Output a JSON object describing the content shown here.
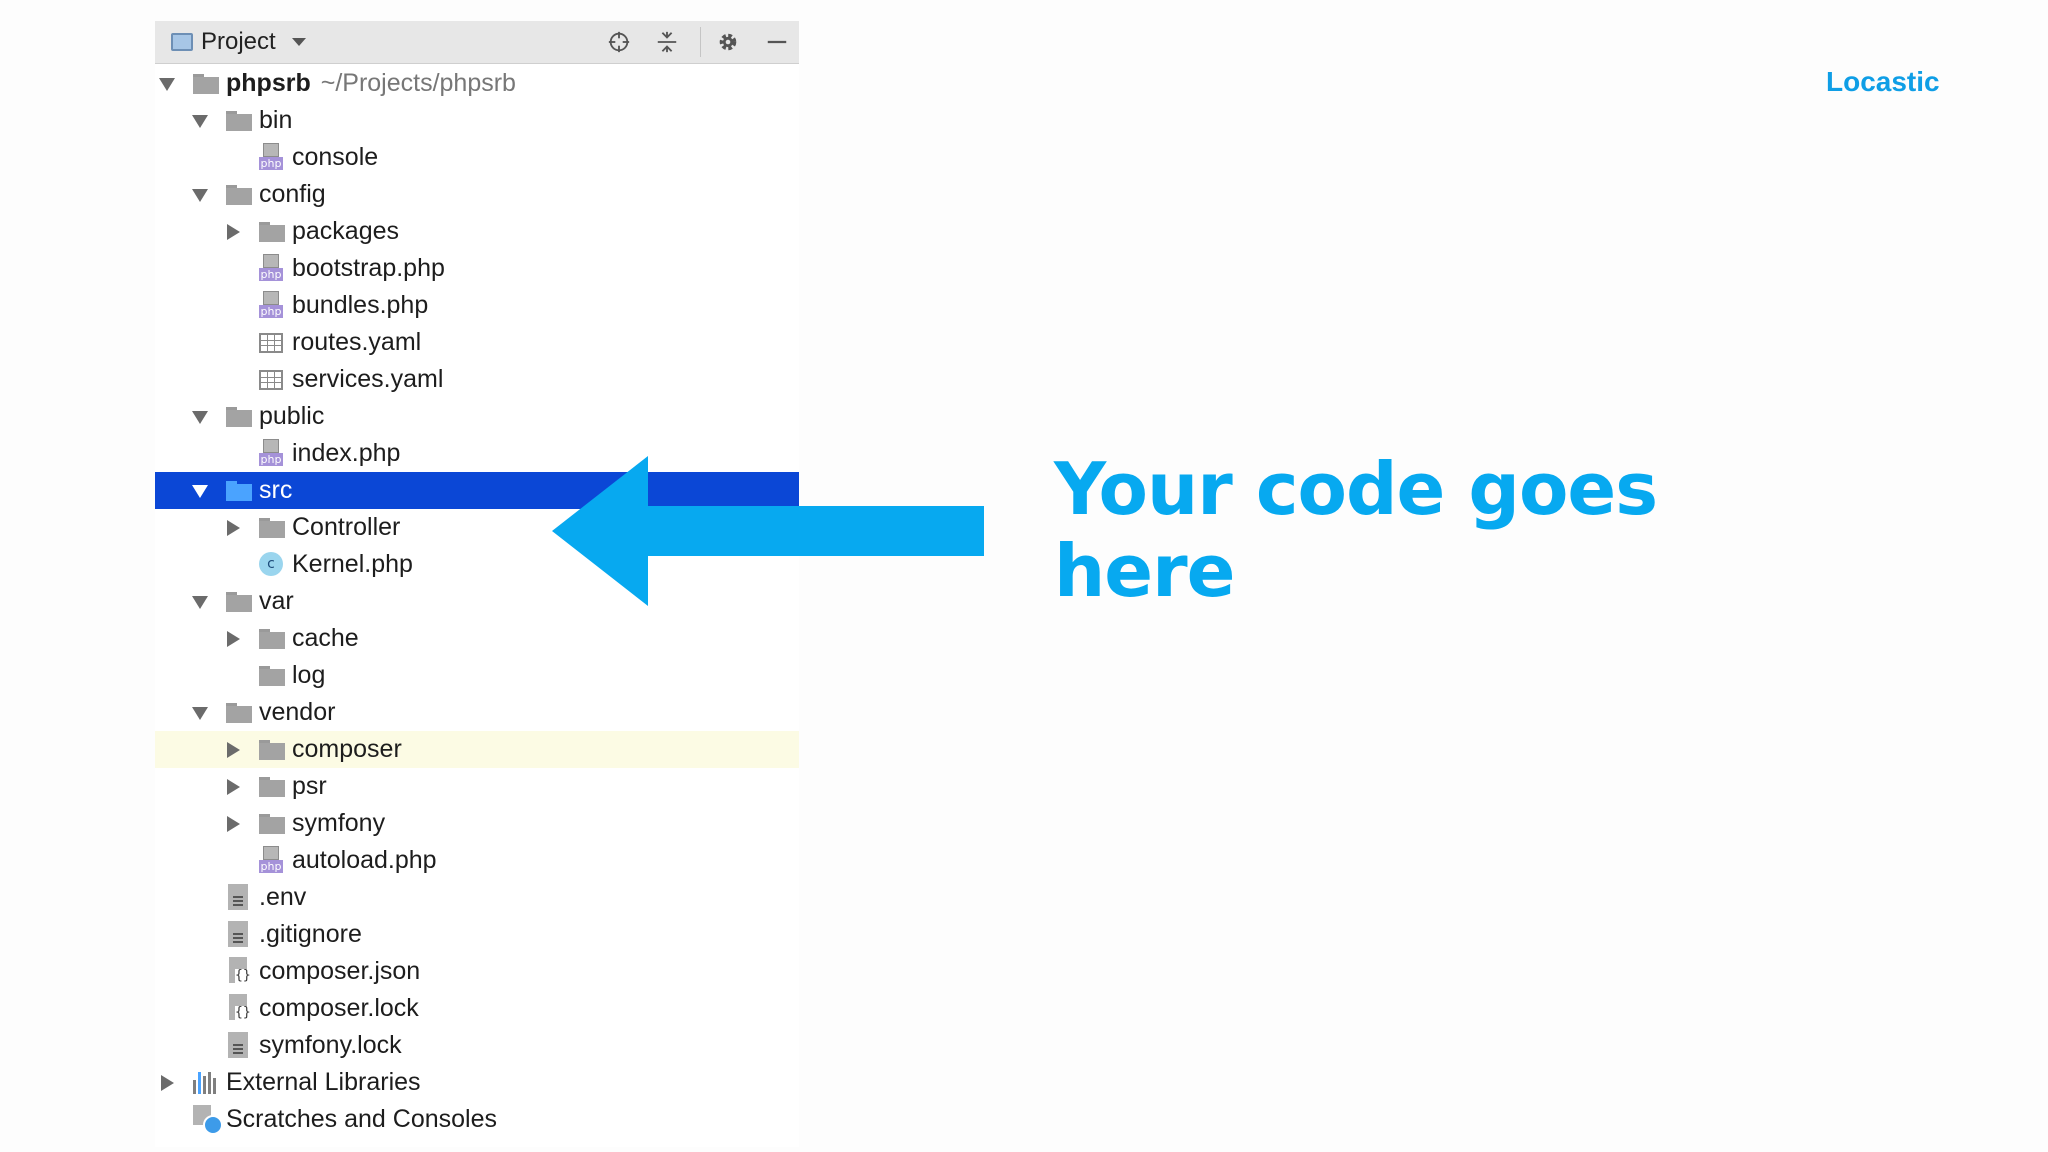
{
  "toolbar": {
    "view_label": "Project",
    "icons": [
      "locate-icon",
      "collapse-all-icon",
      "gear-icon",
      "minimize-icon"
    ]
  },
  "tree": {
    "root": {
      "name": "phpsrb",
      "path": "~/Projects/phpsrb"
    },
    "items": [
      {
        "label": "bin"
      },
      {
        "label": "console"
      },
      {
        "label": "config"
      },
      {
        "label": "packages"
      },
      {
        "label": "bootstrap.php"
      },
      {
        "label": "bundles.php"
      },
      {
        "label": "routes.yaml"
      },
      {
        "label": "services.yaml"
      },
      {
        "label": "public"
      },
      {
        "label": "index.php"
      },
      {
        "label": "src"
      },
      {
        "label": "Controller"
      },
      {
        "label": "Kernel.php"
      },
      {
        "label": "var"
      },
      {
        "label": "cache"
      },
      {
        "label": "log"
      },
      {
        "label": "vendor"
      },
      {
        "label": "composer"
      },
      {
        "label": "psr"
      },
      {
        "label": "symfony"
      },
      {
        "label": "autoload.php"
      },
      {
        "label": ".env"
      },
      {
        "label": ".gitignore"
      },
      {
        "label": "composer.json"
      },
      {
        "label": "composer.lock"
      },
      {
        "label": "symfony.lock"
      },
      {
        "label": "External Libraries"
      },
      {
        "label": "Scratches and Consoles"
      }
    ],
    "php_badge": "php",
    "class_badge": "c"
  },
  "brand": "Locastic",
  "callout": {
    "line1": "Your code goes",
    "line2": "here"
  },
  "colors": {
    "accent": "#07a9f0",
    "selection": "#0b47d6",
    "highlight_row": "#fcfbe4",
    "brand": "#0f9ee6"
  }
}
